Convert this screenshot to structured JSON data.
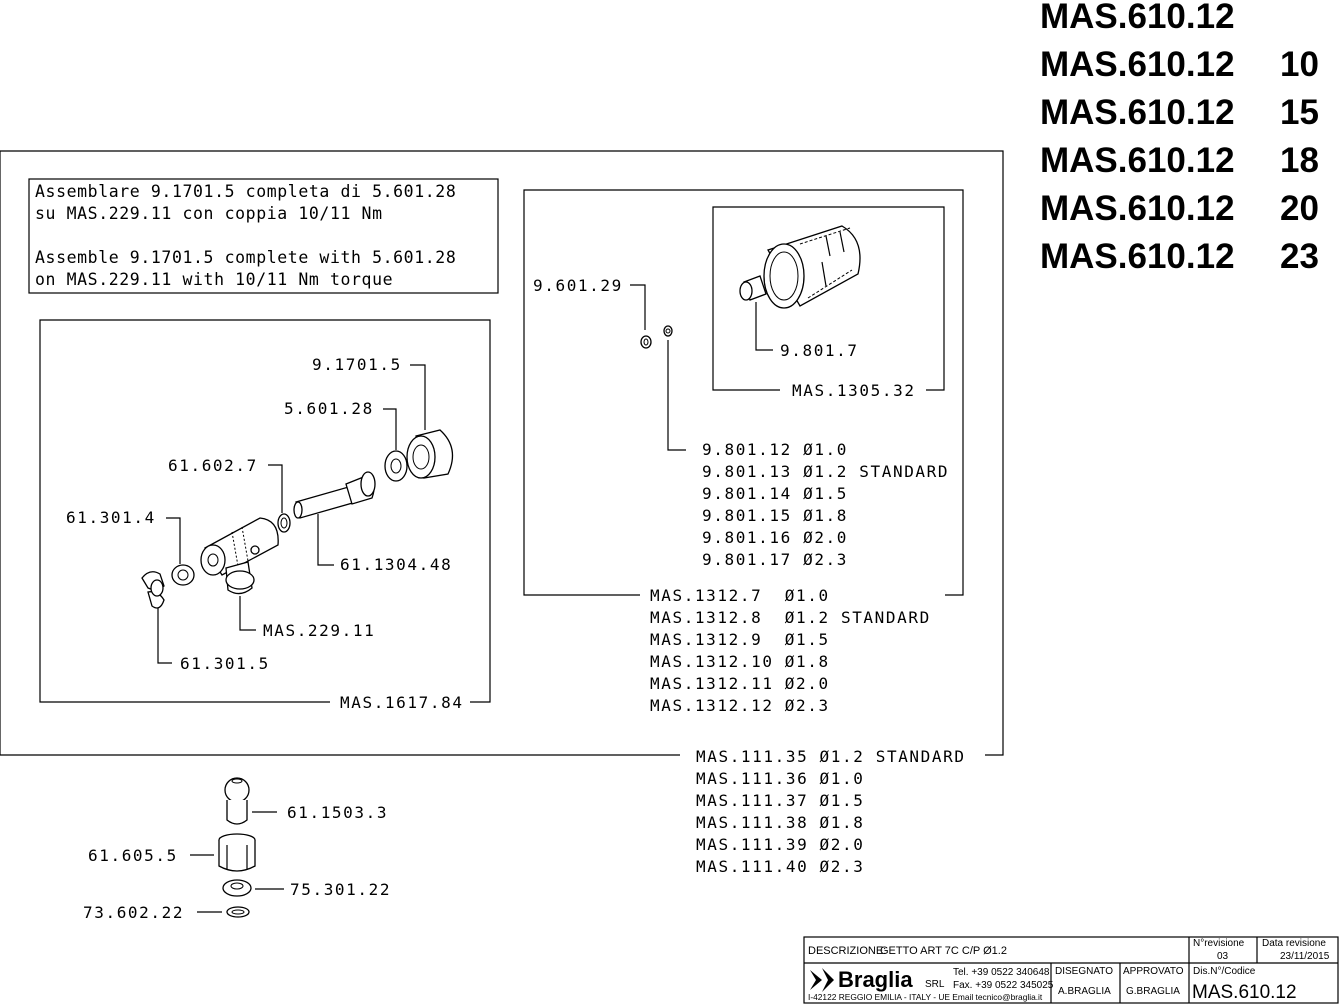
{
  "header_codes": [
    {
      "code": "MAS.610.12",
      "variant": ""
    },
    {
      "code": "MAS.610.12",
      "variant": "10"
    },
    {
      "code": "MAS.610.12",
      "variant": "15"
    },
    {
      "code": "MAS.610.12",
      "variant": "18"
    },
    {
      "code": "MAS.610.12",
      "variant": "20"
    },
    {
      "code": "MAS.610.12",
      "variant": "23"
    }
  ],
  "note": {
    "it_line1": "Assemblare 9.1701.5 completa di 5.601.28",
    "it_line2": "su MAS.229.11 con coppia 10/11 Nm",
    "en_line1": "Assemble 9.1701.5 complete with 5.601.28",
    "en_line2": "on MAS.229.11 with 10/11 Nm torque"
  },
  "assembly_left": {
    "label": "MAS.1617.84",
    "parts": {
      "p_9_1701_5": "9.1701.5",
      "p_5_601_28": "5.601.28",
      "p_61_602_7": "61.602.7",
      "p_61_301_4": "61.301.4",
      "p_61_1304_48": "61.1304.48",
      "p_mas_229_11": "MAS.229.11",
      "p_61_301_5": "61.301.5"
    }
  },
  "assembly_right": {
    "inner_label": "MAS.1305.32",
    "inner_part": "9.801.7",
    "washer_part": "9.601.29",
    "nozzle_list": [
      "9.801.12 Ø1.0",
      "9.801.13 Ø1.2 STANDARD",
      "9.801.14 Ø1.5",
      "9.801.15 Ø1.8",
      "9.801.16 Ø2.0",
      "9.801.17 Ø2.3"
    ],
    "assembly_list": [
      "MAS.1312.7  Ø1.0",
      "MAS.1312.8  Ø1.2 STANDARD",
      "MAS.1312.9  Ø1.5",
      "MAS.1312.10 Ø1.8",
      "MAS.1312.11 Ø2.0",
      "MAS.1312.12 Ø2.3"
    ]
  },
  "main_list": [
    "MAS.111.35 Ø1.2 STANDARD",
    "MAS.111.36 Ø1.0",
    "MAS.111.37 Ø1.5",
    "MAS.111.38 Ø1.8",
    "MAS.111.39 Ø2.0",
    "MAS.111.40 Ø2.3"
  ],
  "loose_parts": {
    "p_61_1503_3": "61.1503.3",
    "p_61_605_5": "61.605.5",
    "p_75_301_22": "75.301.22",
    "p_73_602_22": "73.602.22"
  },
  "title_block": {
    "description_label": "DESCRIZIONE:",
    "description": "GETTO ART 7C C/P Ø1.2",
    "revision_label": "N°revisione",
    "revision": "03",
    "date_label": "Data revisione",
    "date": "23/11/2015",
    "brand": "Braglia",
    "brand_suffix": "SRL",
    "tel": "Tel. +39 0522 340648",
    "fax": "Fax. +39 0522 345025",
    "address": "I-42122 REGGIO EMILIA - ITALY - UE Email tecnico@braglia.it",
    "drawn_label": "DISEGNATO",
    "drawn_by": "A.BRAGLIA",
    "approved_label": "APPROVATO",
    "approved_by": "G.BRAGLIA",
    "code_label": "Dis.N°/Codice",
    "code": "MAS.610.12"
  },
  "colors": {
    "ink": "#000000",
    "paper": "#ffffff"
  }
}
